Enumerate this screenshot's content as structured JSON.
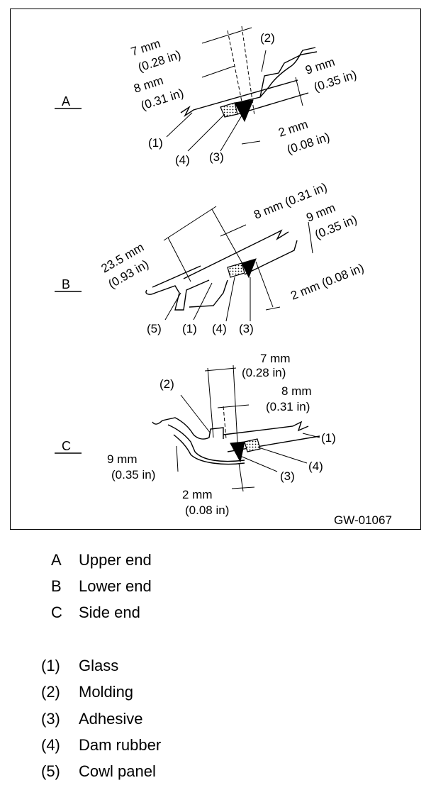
{
  "figure_id": "GW-01067",
  "sections": {
    "a": {
      "letter": "A",
      "dims": {
        "d7": "7 mm",
        "d7_in": "(0.28 in)",
        "d8": "8 mm",
        "d8_in": "(0.31 in)",
        "d9": "9 mm",
        "d9_in": "(0.35 in)",
        "d2": "2 mm",
        "d2_in": "(0.08 in)"
      },
      "callouts": {
        "c1": "(1)",
        "c2": "(2)",
        "c3": "(3)",
        "c4": "(4)"
      }
    },
    "b": {
      "letter": "B",
      "dims": {
        "d8": "8 mm (0.31 in)",
        "d9": "9 mm",
        "d9_in": "(0.35 in)",
        "d235": "23.5 mm",
        "d235_in": "(0.93 in)",
        "d2": "2 mm (0.08 in)"
      },
      "callouts": {
        "c5": "(5)",
        "c1": "(1)",
        "c4": "(4)",
        "c3": "(3)"
      }
    },
    "c": {
      "letter": "C",
      "dims": {
        "d7": "7 mm",
        "d7_in": "(0.28 in)",
        "d8": "8 mm",
        "d8_in": "(0.31 in)",
        "d9": "9 mm",
        "d9_in": "(0.35 in)",
        "d2": "2 mm",
        "d2_in": "(0.08 in)"
      },
      "callouts": {
        "c2": "(2)",
        "c1": "(1)",
        "c4": "(4)",
        "c3": "(3)"
      }
    }
  },
  "legend_sections": [
    {
      "key": "A",
      "label": "Upper end"
    },
    {
      "key": "B",
      "label": "Lower end"
    },
    {
      "key": "C",
      "label": "Side end"
    }
  ],
  "legend_parts": [
    {
      "key": "(1)",
      "label": "Glass"
    },
    {
      "key": "(2)",
      "label": "Molding"
    },
    {
      "key": "(3)",
      "label": "Adhesive"
    },
    {
      "key": "(4)",
      "label": "Dam rubber"
    },
    {
      "key": "(5)",
      "label": "Cowl panel"
    }
  ]
}
